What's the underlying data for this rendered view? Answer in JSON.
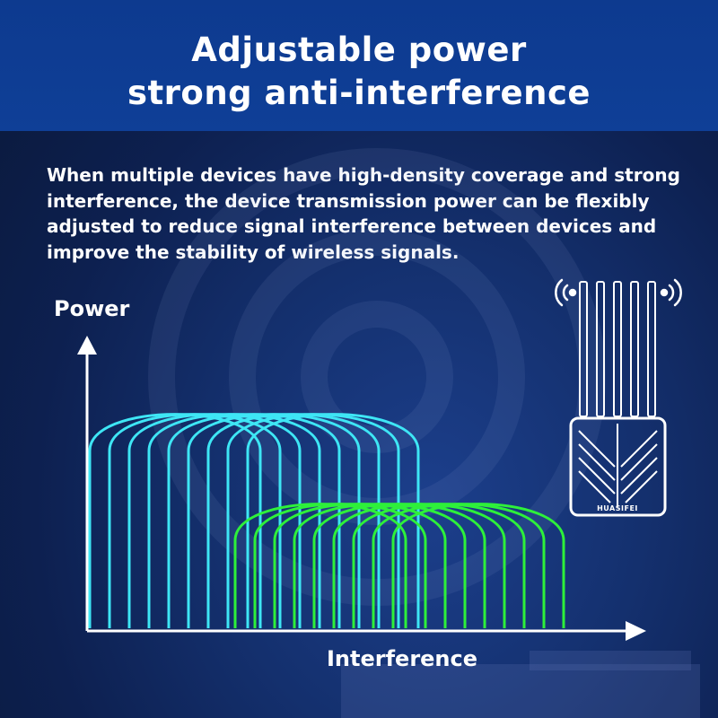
{
  "title": {
    "line1": "Adjustable power",
    "line2": "strong anti-interference"
  },
  "description": "When multiple devices have high-density coverage and strong interference, the device transmission power can be flexibly adjusted to reduce signal interference between devices and improve the stability of wireless signals.",
  "diagram": {
    "y_axis_label": "Power",
    "x_axis_label": "Interference"
  },
  "device": {
    "brand": "HUASIFEI"
  },
  "colors": {
    "header_bg": "#0d3a8f",
    "high_power_arcs": "#3ee6f5",
    "low_power_arcs": "#2ef03a"
  }
}
